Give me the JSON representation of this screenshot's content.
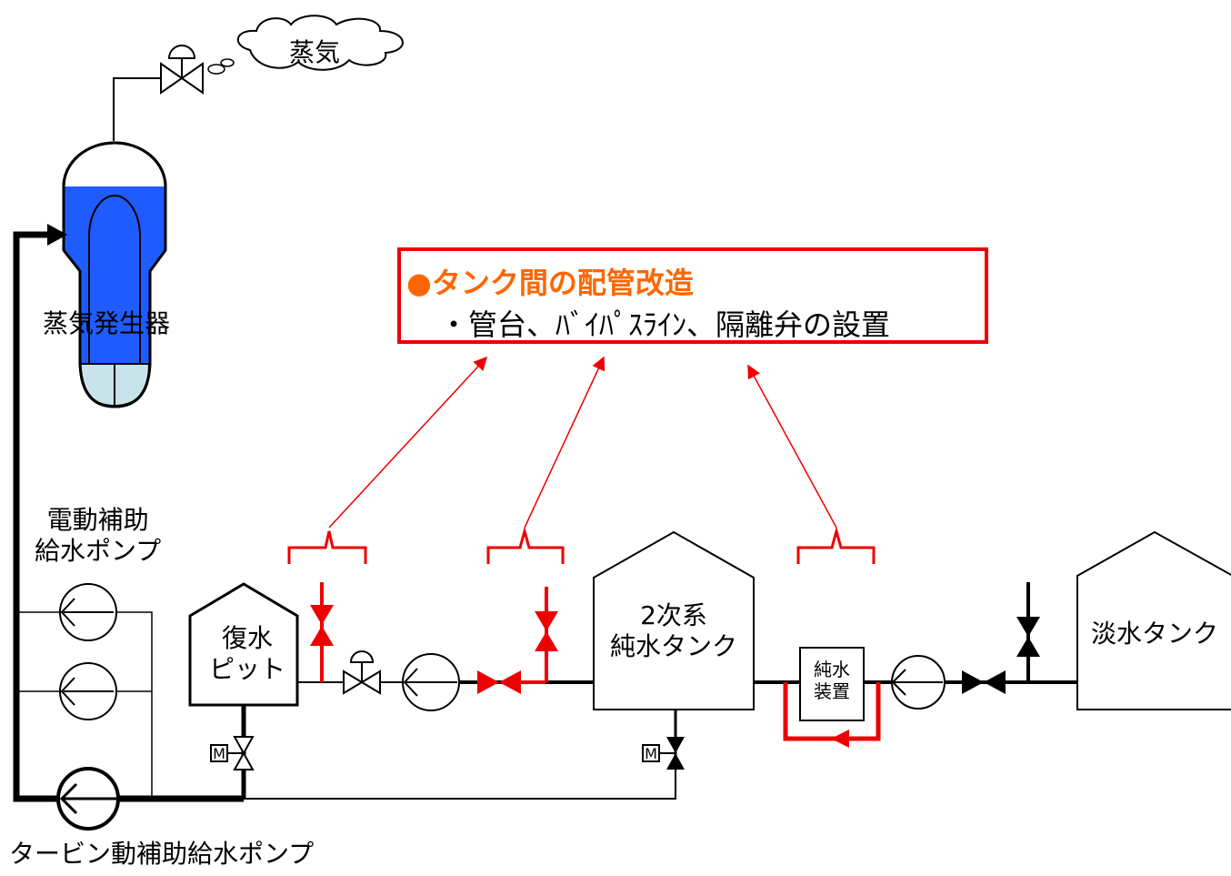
{
  "labels": {
    "steam": "蒸気",
    "steam_generator": "蒸気発生器",
    "motor_pump": [
      "電動補助",
      "給水ポンプ"
    ],
    "condensate_pit": [
      "復水",
      "ピット"
    ],
    "pure_water_tank": [
      "2次系",
      "純水タンク"
    ],
    "pure_water_unit": [
      "純水",
      "装置"
    ],
    "fresh_water_tank": "淡水タンク",
    "turbine_pump": "タービン動補助給水ポンプ"
  },
  "callout": {
    "title": "●タンク間の配管改造",
    "subtitle": "・管台、ﾊﾞｲﾊﾟｽﾗｲﾝ、隔離弁の設置"
  },
  "colors": {
    "highlight": "#ee0000",
    "title_orange": "#ff6600",
    "water_blue": "#1f5cff",
    "water_light": "#c8e4ea",
    "line": "#000000"
  }
}
